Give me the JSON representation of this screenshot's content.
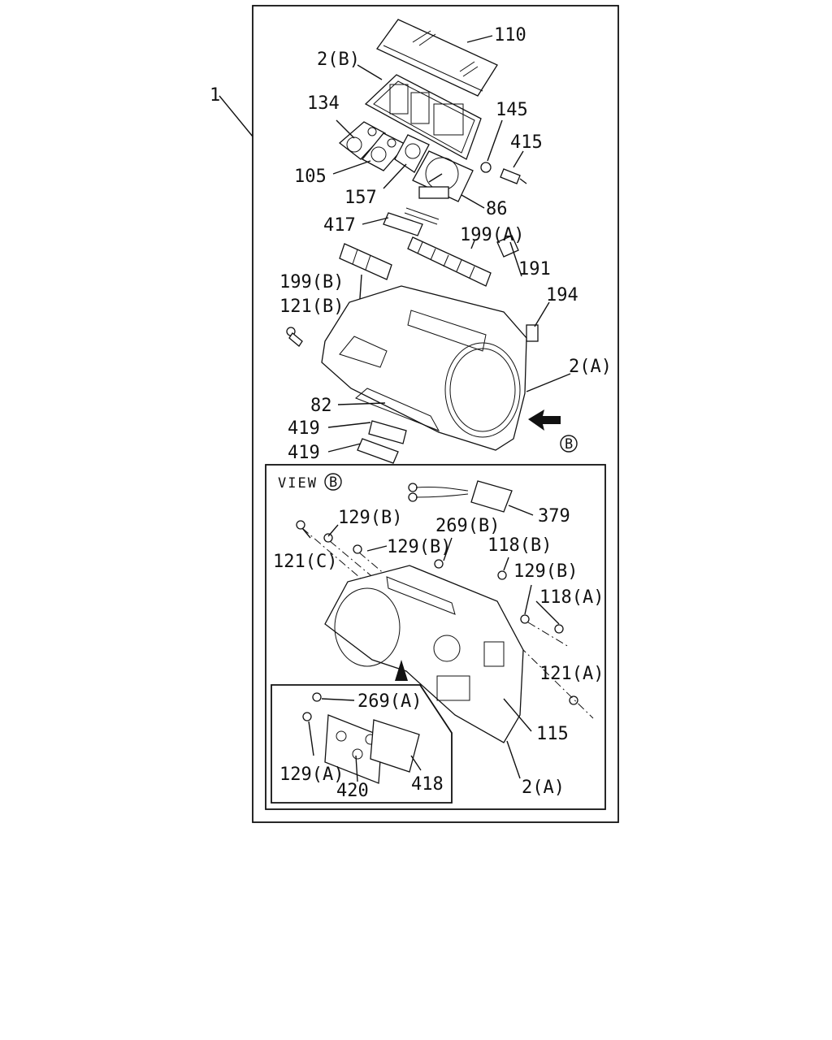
{
  "labels": {
    "assy": "1",
    "p110": "110",
    "p2b": "2(B)",
    "p134": "134",
    "p145": "145",
    "p415": "415",
    "p105": "105",
    "p157": "157",
    "p86": "86",
    "p417": "417",
    "p199a": "199(A)",
    "p199b": "199(B)",
    "p191": "191",
    "p194": "194",
    "p121b": "121(B)",
    "p2a_top": "2(A)",
    "p82": "82",
    "p419a": "419",
    "p419b": "419",
    "view_mark_main": "B",
    "view_title": "VIEW",
    "view_mark": "B",
    "p379": "379",
    "p129b_1": "129(B)",
    "p269b": "269(B)",
    "p121c": "121(C)",
    "p129b_2": "129(B)",
    "p118b": "118(B)",
    "p129b_3": "129(B)",
    "p118a": "118(A)",
    "p121a": "121(A)",
    "p115": "115",
    "p2a_bottom": "2(A)",
    "p269a": "269(A)",
    "p129a": "129(A)",
    "p420": "420",
    "p418": "418"
  }
}
